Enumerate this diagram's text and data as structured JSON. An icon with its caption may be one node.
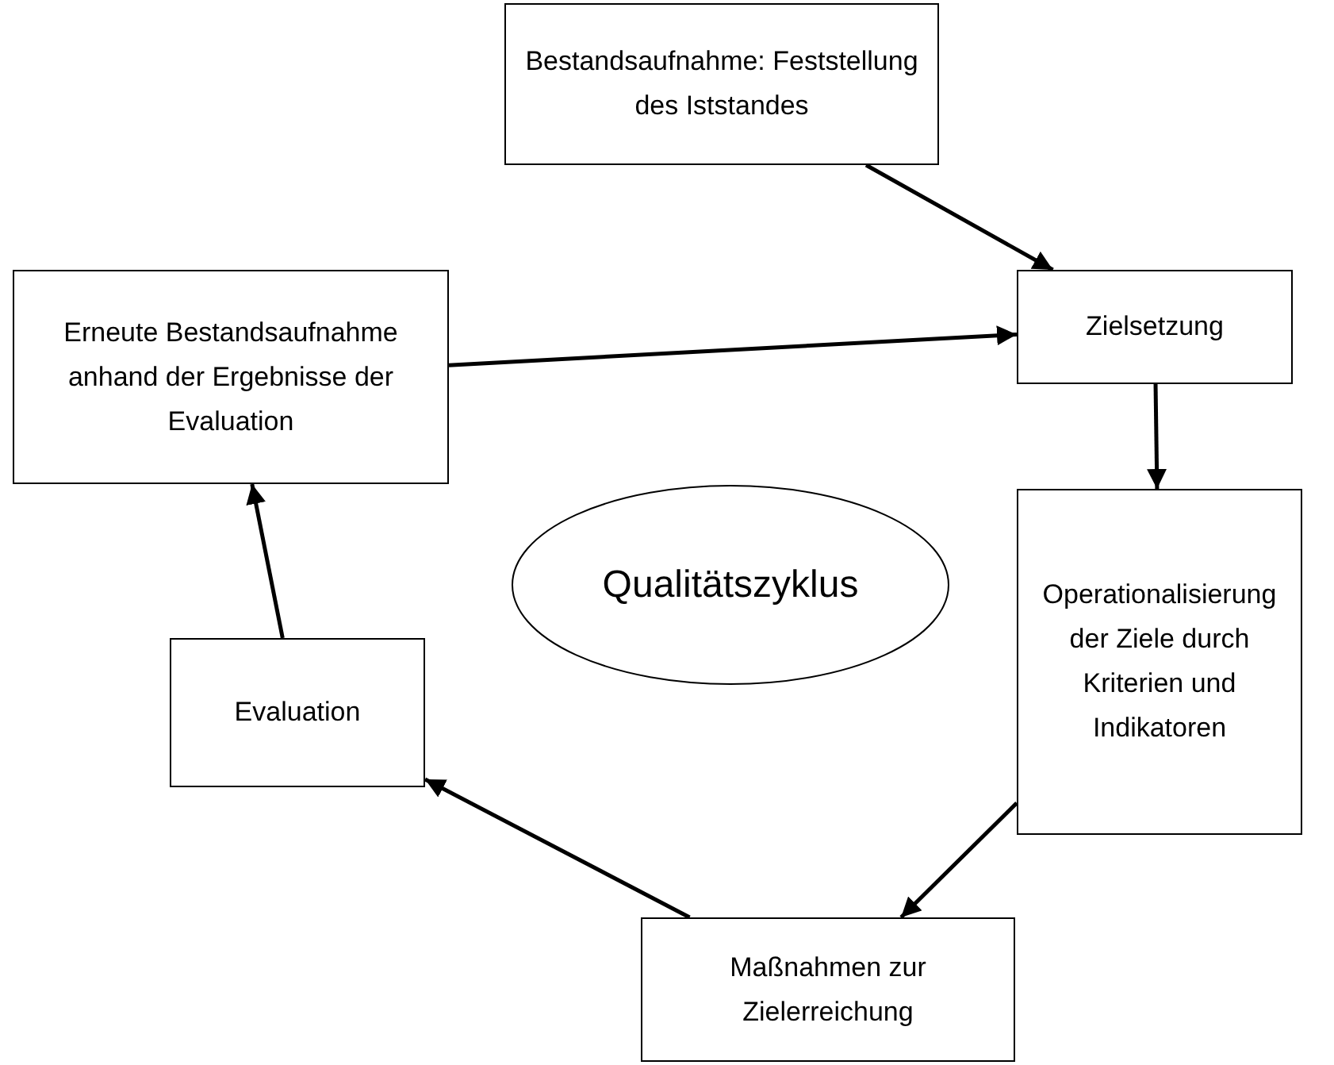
{
  "diagram": {
    "nodes": [
      {
        "text": [
          "Bestandsaufnahme: Feststellung des Iststandes"
        ]
      },
      {
        "text": [
          "Zielsetzung"
        ]
      },
      {
        "text": [
          "Operationalisierung der Ziele durch Kriterien und Indikatoren"
        ]
      },
      {
        "text": [
          "Maßnahmen zur Zielerreichung"
        ]
      },
      {
        "text": [
          "Evaluation"
        ]
      },
      {
        "text": [
          "Erneute Bestandsaufnahme anhand der Ergebnisse der Evaluation"
        ]
      },
      {
        "text": [
          "Qualitätszyklus"
        ]
      }
    ],
    "edges": [
      {
        "from": 0,
        "to": 1,
        "arrow": "to"
      },
      {
        "from": 1,
        "to": 2,
        "arrow": "to"
      },
      {
        "from": 2,
        "to": 3,
        "arrow": "to"
      },
      {
        "from": 3,
        "to": 4,
        "arrow": "to"
      },
      {
        "from": 4,
        "to": 5,
        "arrow": "to"
      },
      {
        "from": 5,
        "to": 1,
        "arrow": "to"
      }
    ]
  }
}
